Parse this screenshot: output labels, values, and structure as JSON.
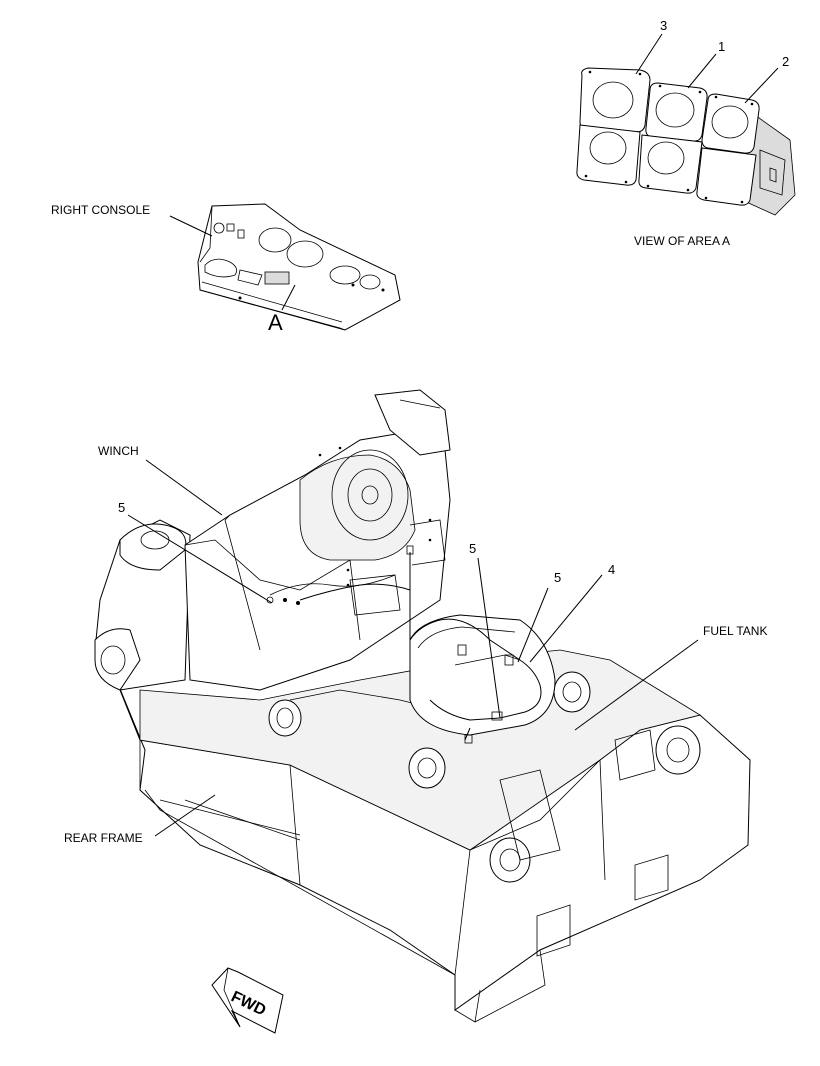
{
  "labels": {
    "right_console": "RIGHT CONSOLE",
    "area_a": "A",
    "view_of_area": "VIEW OF AREA  A",
    "winch": "WINCH",
    "fuel_tank": "FUEL TANK",
    "rear_frame": "REAR FRAME",
    "fwd": "FWD"
  },
  "callouts": {
    "c1": "1",
    "c2": "2",
    "c3": "3",
    "c4": "4",
    "c5_left": "5",
    "c5_mid": "5",
    "c5_right": "5"
  }
}
